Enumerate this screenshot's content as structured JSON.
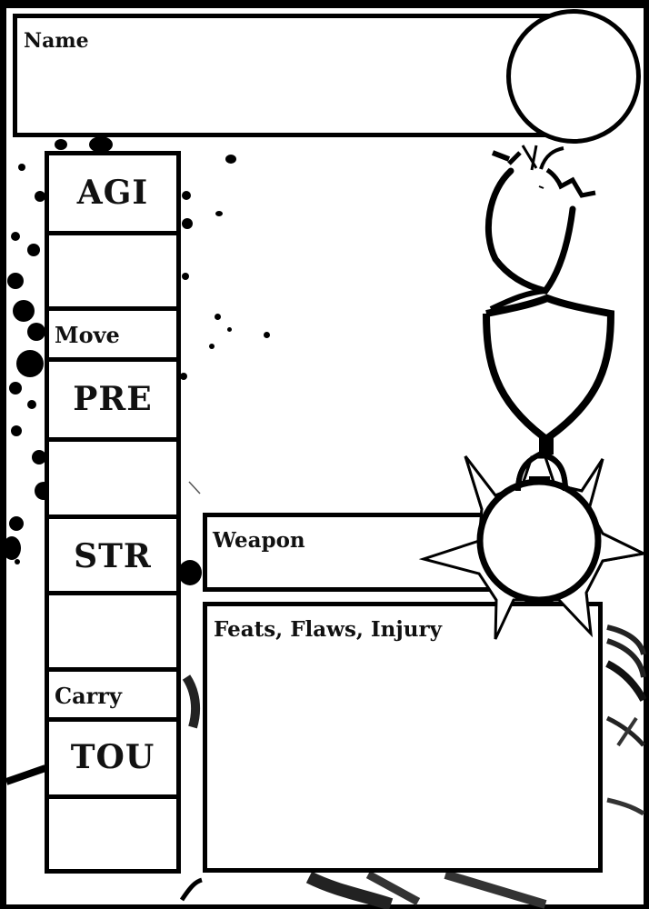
{
  "sheet": {
    "name_label": "Name",
    "portrait": "portrait-circle",
    "stats": [
      {
        "key": "agi",
        "label": "AGI",
        "value": ""
      },
      {
        "key": "pre",
        "label": "PRE",
        "value": ""
      },
      {
        "key": "str",
        "label": "STR",
        "value": ""
      },
      {
        "key": "tou",
        "label": "TOU",
        "value": ""
      }
    ],
    "derived": {
      "move_label": "Move",
      "carry_label": "Carry"
    },
    "weapon_label": "Weapon",
    "feats_label": "Feats, Flaws, Injury",
    "icons": [
      "heart-icon",
      "shield-icon",
      "spiked-ball-icon"
    ],
    "colors": {
      "ink": "#000000",
      "paper": "#ffffff"
    }
  }
}
